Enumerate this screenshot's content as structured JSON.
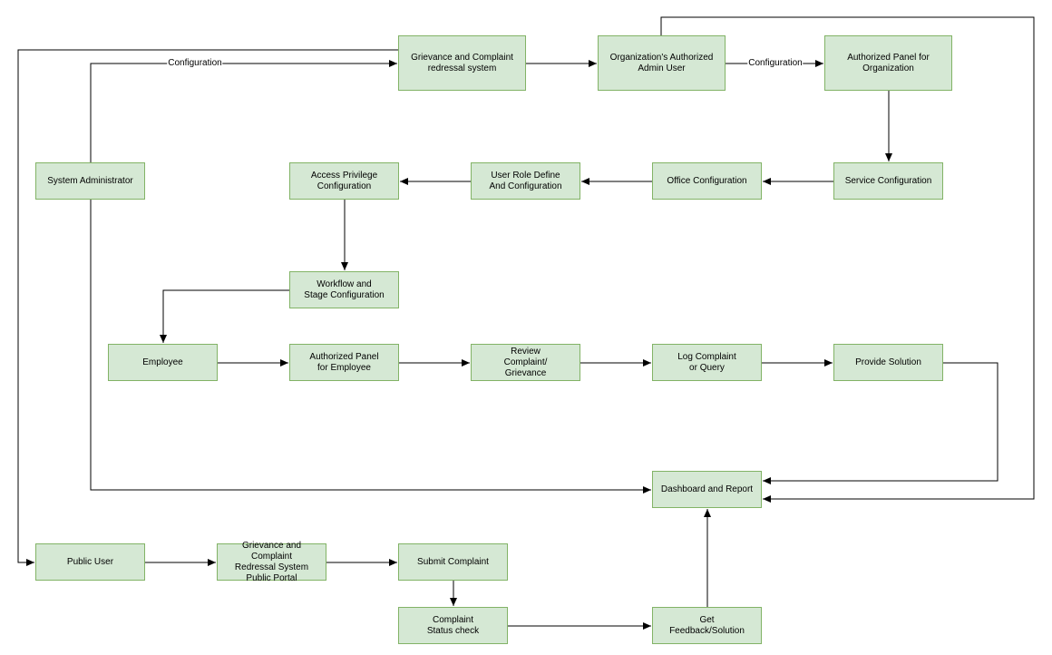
{
  "nodes": {
    "grievance_system": "Grievance and  Complaint\nredressal system",
    "org_admin": "Organization's Authorized\nAdmin User",
    "auth_panel_org": "Authorized Panel for\nOrganization",
    "system_admin": "System Administrator",
    "access_privilege": "Access Privilege\nConfiguration",
    "user_role": "User Role Define\nAnd Configuration",
    "office_config": "Office Configuration",
    "service_config": "Service Configuration",
    "workflow": "Workflow and\nStage Configuration",
    "employee": "Employee",
    "auth_panel_employee": "Authorized Panel\nfor Employee",
    "review": "Review\nComplaint/\nGrievance",
    "log_complaint": "Log Complaint\nor Query",
    "provide_solution": "Provide Solution",
    "dashboard": "Dashboard and Report",
    "public_user": "Public User",
    "public_portal": "Grievance and Complaint\nRedressal System\nPublic Portal",
    "submit_complaint": "Submit Complaint",
    "status_check": "Complaint\nStatus check",
    "feedback": "Get\nFeedback/Solution"
  },
  "edge_labels": {
    "sysadmin_config": "Configuration",
    "orgadmin_config": "Configuration"
  }
}
